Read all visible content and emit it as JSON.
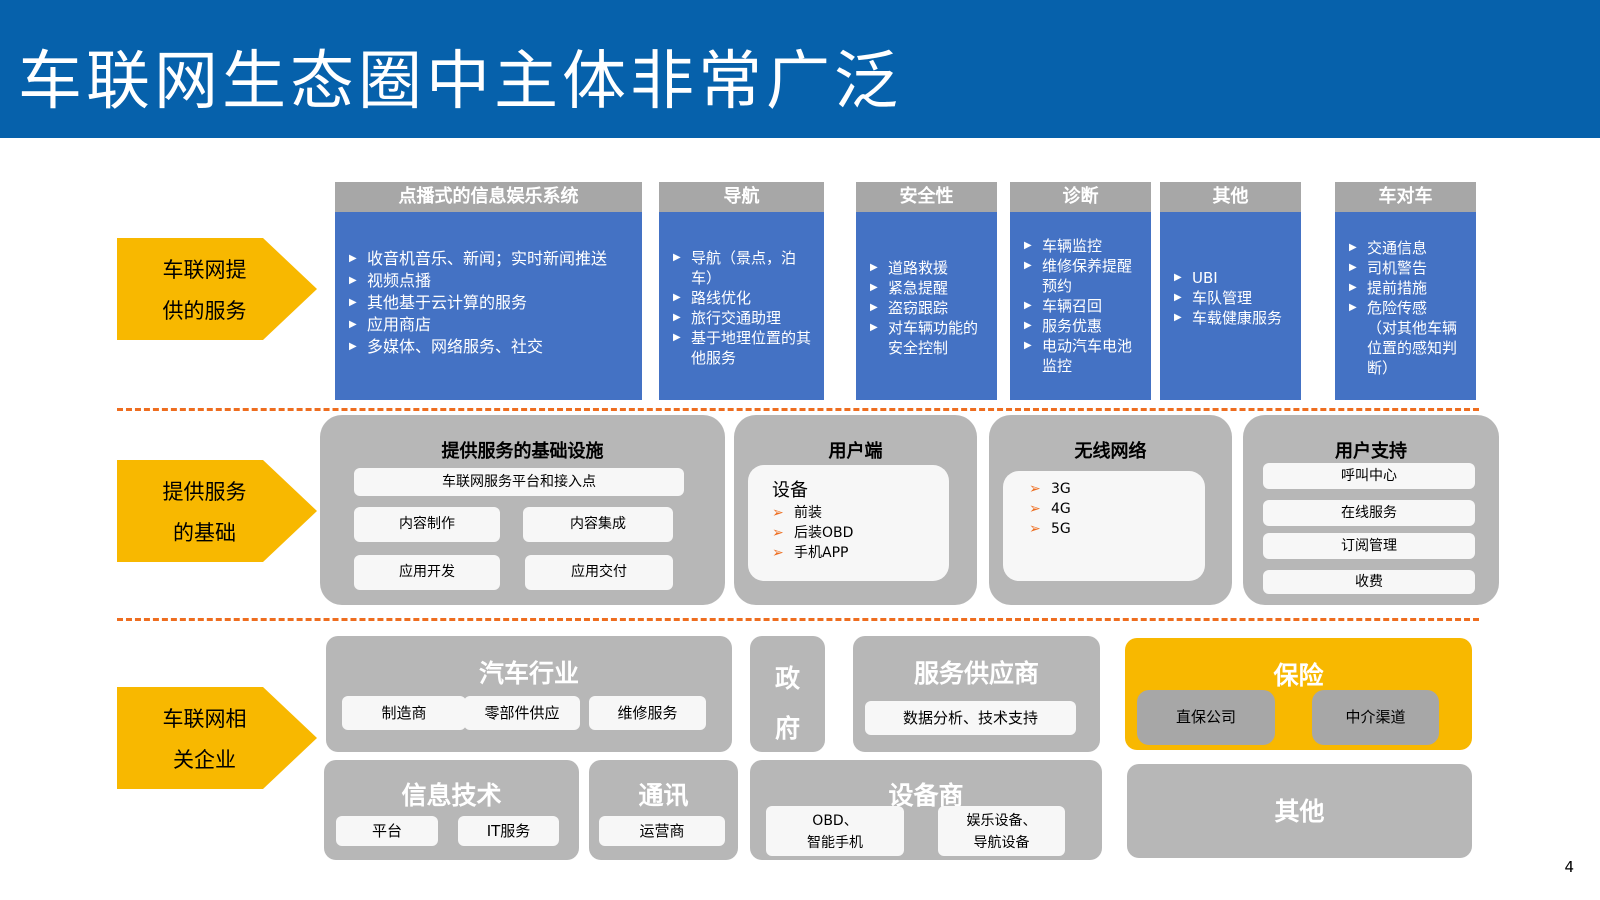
{
  "title": "车联网生态圈中主体非常广泛",
  "page_number": "4",
  "colors": {
    "header": "#0661ab",
    "arrow": "#f8b800",
    "service_body": "#4472c4",
    "grey": "#b7b7b7",
    "dash": "#ee6d1f"
  },
  "rows": [
    {
      "label_line1": "车联网提",
      "label_line2": "供的服务"
    },
    {
      "label_line1": "提供服务",
      "label_line2": "的基础"
    },
    {
      "label_line1": "车联网相",
      "label_line2": "关企业"
    }
  ],
  "services": [
    {
      "header": "点播式的信息娱乐系统",
      "items": [
        "收音机音乐、新闻；实时新闻推送",
        "视频点播",
        "其他基于云计算的服务",
        "应用商店",
        "多媒体、网络服务、社交"
      ]
    },
    {
      "header": "导航",
      "items": [
        "导航（景点，泊车）",
        "路线优化",
        "旅行交通助理",
        "基于地理位置的其他服务"
      ]
    },
    {
      "header": "安全性",
      "items": [
        "道路救援",
        "紧急提醒",
        "盗窃跟踪",
        "对车辆功能的安全控制"
      ]
    },
    {
      "header": "诊断",
      "items": [
        "车辆监控",
        "维修保养提醒预约",
        "车辆召回",
        "服务优惠",
        "电动汽车电池监控"
      ]
    },
    {
      "header": "其他",
      "items": [
        "UBI",
        "车队管理",
        "车载健康服务"
      ]
    },
    {
      "header": "车对车",
      "items": [
        "交通信息",
        "司机警告",
        "提前措施",
        "危险传感"
      ],
      "note": "（对其他车辆位置的感知判断）"
    }
  ],
  "foundation": {
    "infra": {
      "title": "提供服务的基础设施",
      "platform": "车联网服务平台和接入点",
      "content_production": "内容制作",
      "content_integration": "内容集成",
      "app_dev": "应用开发",
      "app_delivery": "应用交付"
    },
    "client": {
      "title": "用户端",
      "device_label": "设备",
      "items": [
        "前装",
        "后装OBD",
        "手机APP"
      ]
    },
    "wireless": {
      "title": "无线网络",
      "items": [
        "3G",
        "4G",
        "5G"
      ]
    },
    "support": {
      "title": "用户支持",
      "items": [
        "呼叫中心",
        "在线服务",
        "订阅管理",
        "收费"
      ]
    }
  },
  "companies": {
    "auto": {
      "title": "汽车行业",
      "items": [
        "制造商",
        "零部件供应",
        "维修服务"
      ]
    },
    "gov": {
      "title_line1": "政",
      "title_line2": "府"
    },
    "service_provider": {
      "title": "服务供应商",
      "item": "数据分析、技术支持"
    },
    "insurance": {
      "title": "保险",
      "items": [
        "直保公司",
        "中介渠道"
      ]
    },
    "it": {
      "title": "信息技术",
      "items": [
        "平台",
        "IT服务"
      ]
    },
    "telecom": {
      "title": "通讯",
      "item": "运营商"
    },
    "equipment": {
      "title": "设备商",
      "item1_line1": "OBD、",
      "item1_line2": "智能手机",
      "item2_line1": "娱乐设备、",
      "item2_line2": "导航设备"
    },
    "other": {
      "title": "其他"
    }
  }
}
